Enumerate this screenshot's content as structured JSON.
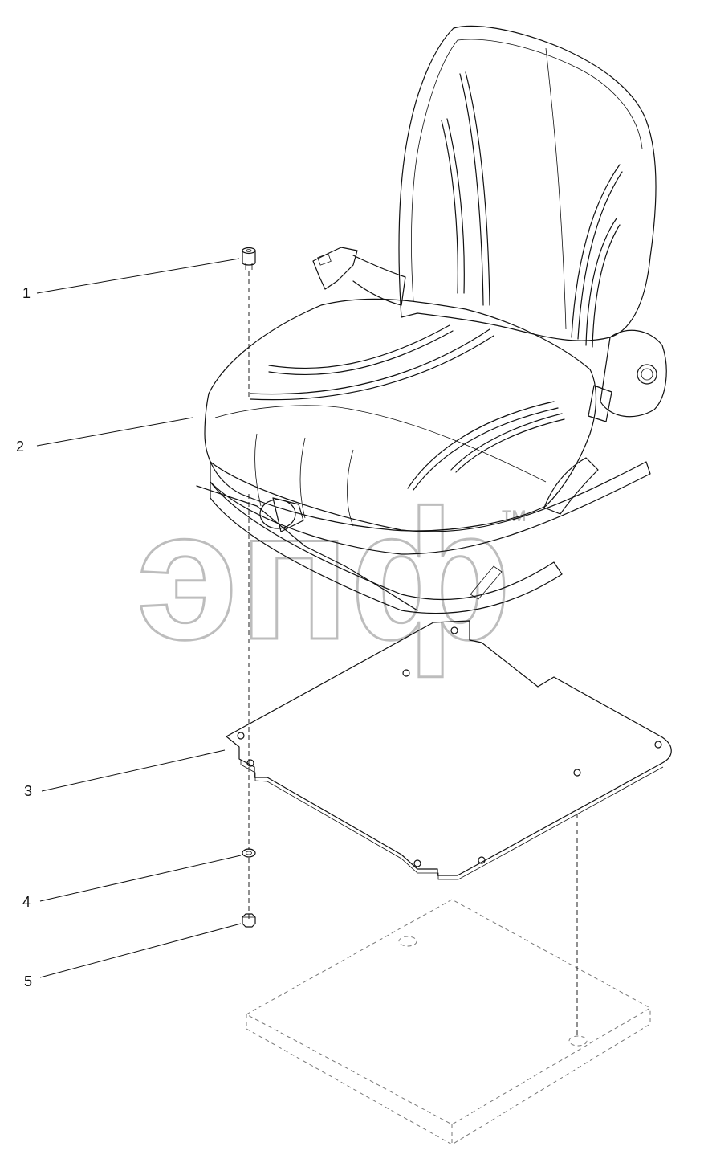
{
  "diagram": {
    "callouts": [
      {
        "id": "1",
        "label": "1"
      },
      {
        "id": "2",
        "label": "2"
      },
      {
        "id": "3",
        "label": "3"
      },
      {
        "id": "4",
        "label": "4"
      },
      {
        "id": "5",
        "label": "5"
      }
    ],
    "watermark": {
      "text": "эпф",
      "trademark": "™"
    }
  }
}
